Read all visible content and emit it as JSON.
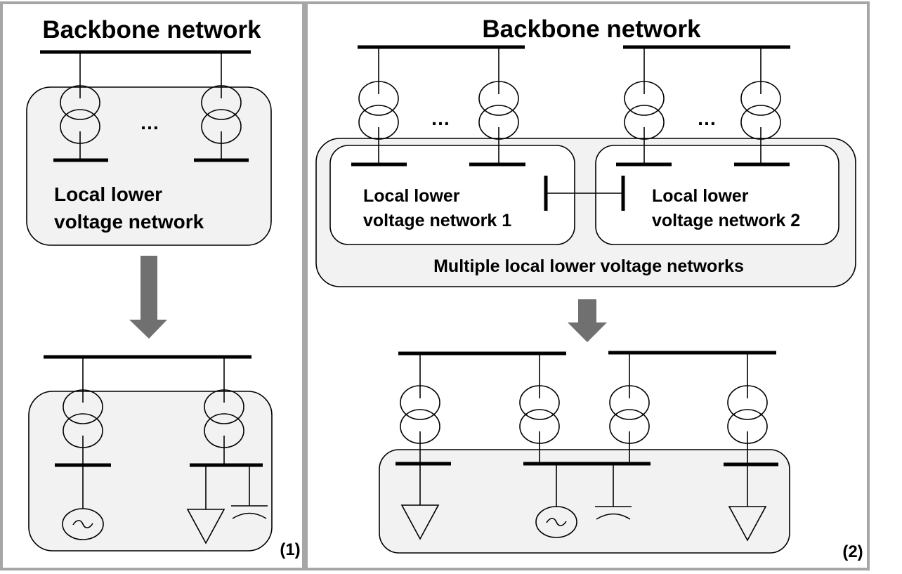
{
  "colors": {
    "frame": "#a6a6a6",
    "box_fill": "#f2f2f2",
    "inner_fill": "#ffffff",
    "arrow": "#707070",
    "ink": "#000000"
  },
  "panel1": {
    "title": "Backbone network",
    "ellipsis": "…",
    "network_label_line1": "Local lower",
    "network_label_line2": "voltage network",
    "tag": "(1)"
  },
  "panel2": {
    "title": "Backbone network",
    "ellipsis_left": "…",
    "ellipsis_right": "…",
    "network1_line1": "Local lower",
    "network1_line2": "voltage network 1",
    "network2_line1": "Local lower",
    "network2_line2": "voltage network 2",
    "multi_label": "Multiple local lower voltage networks",
    "tag": "(2)"
  },
  "icons": {
    "transformer": "transformer-icon",
    "generator": "generator-icon",
    "load": "load-icon",
    "capacitor": "capacitor-icon",
    "arrow": "down-arrow-icon"
  }
}
